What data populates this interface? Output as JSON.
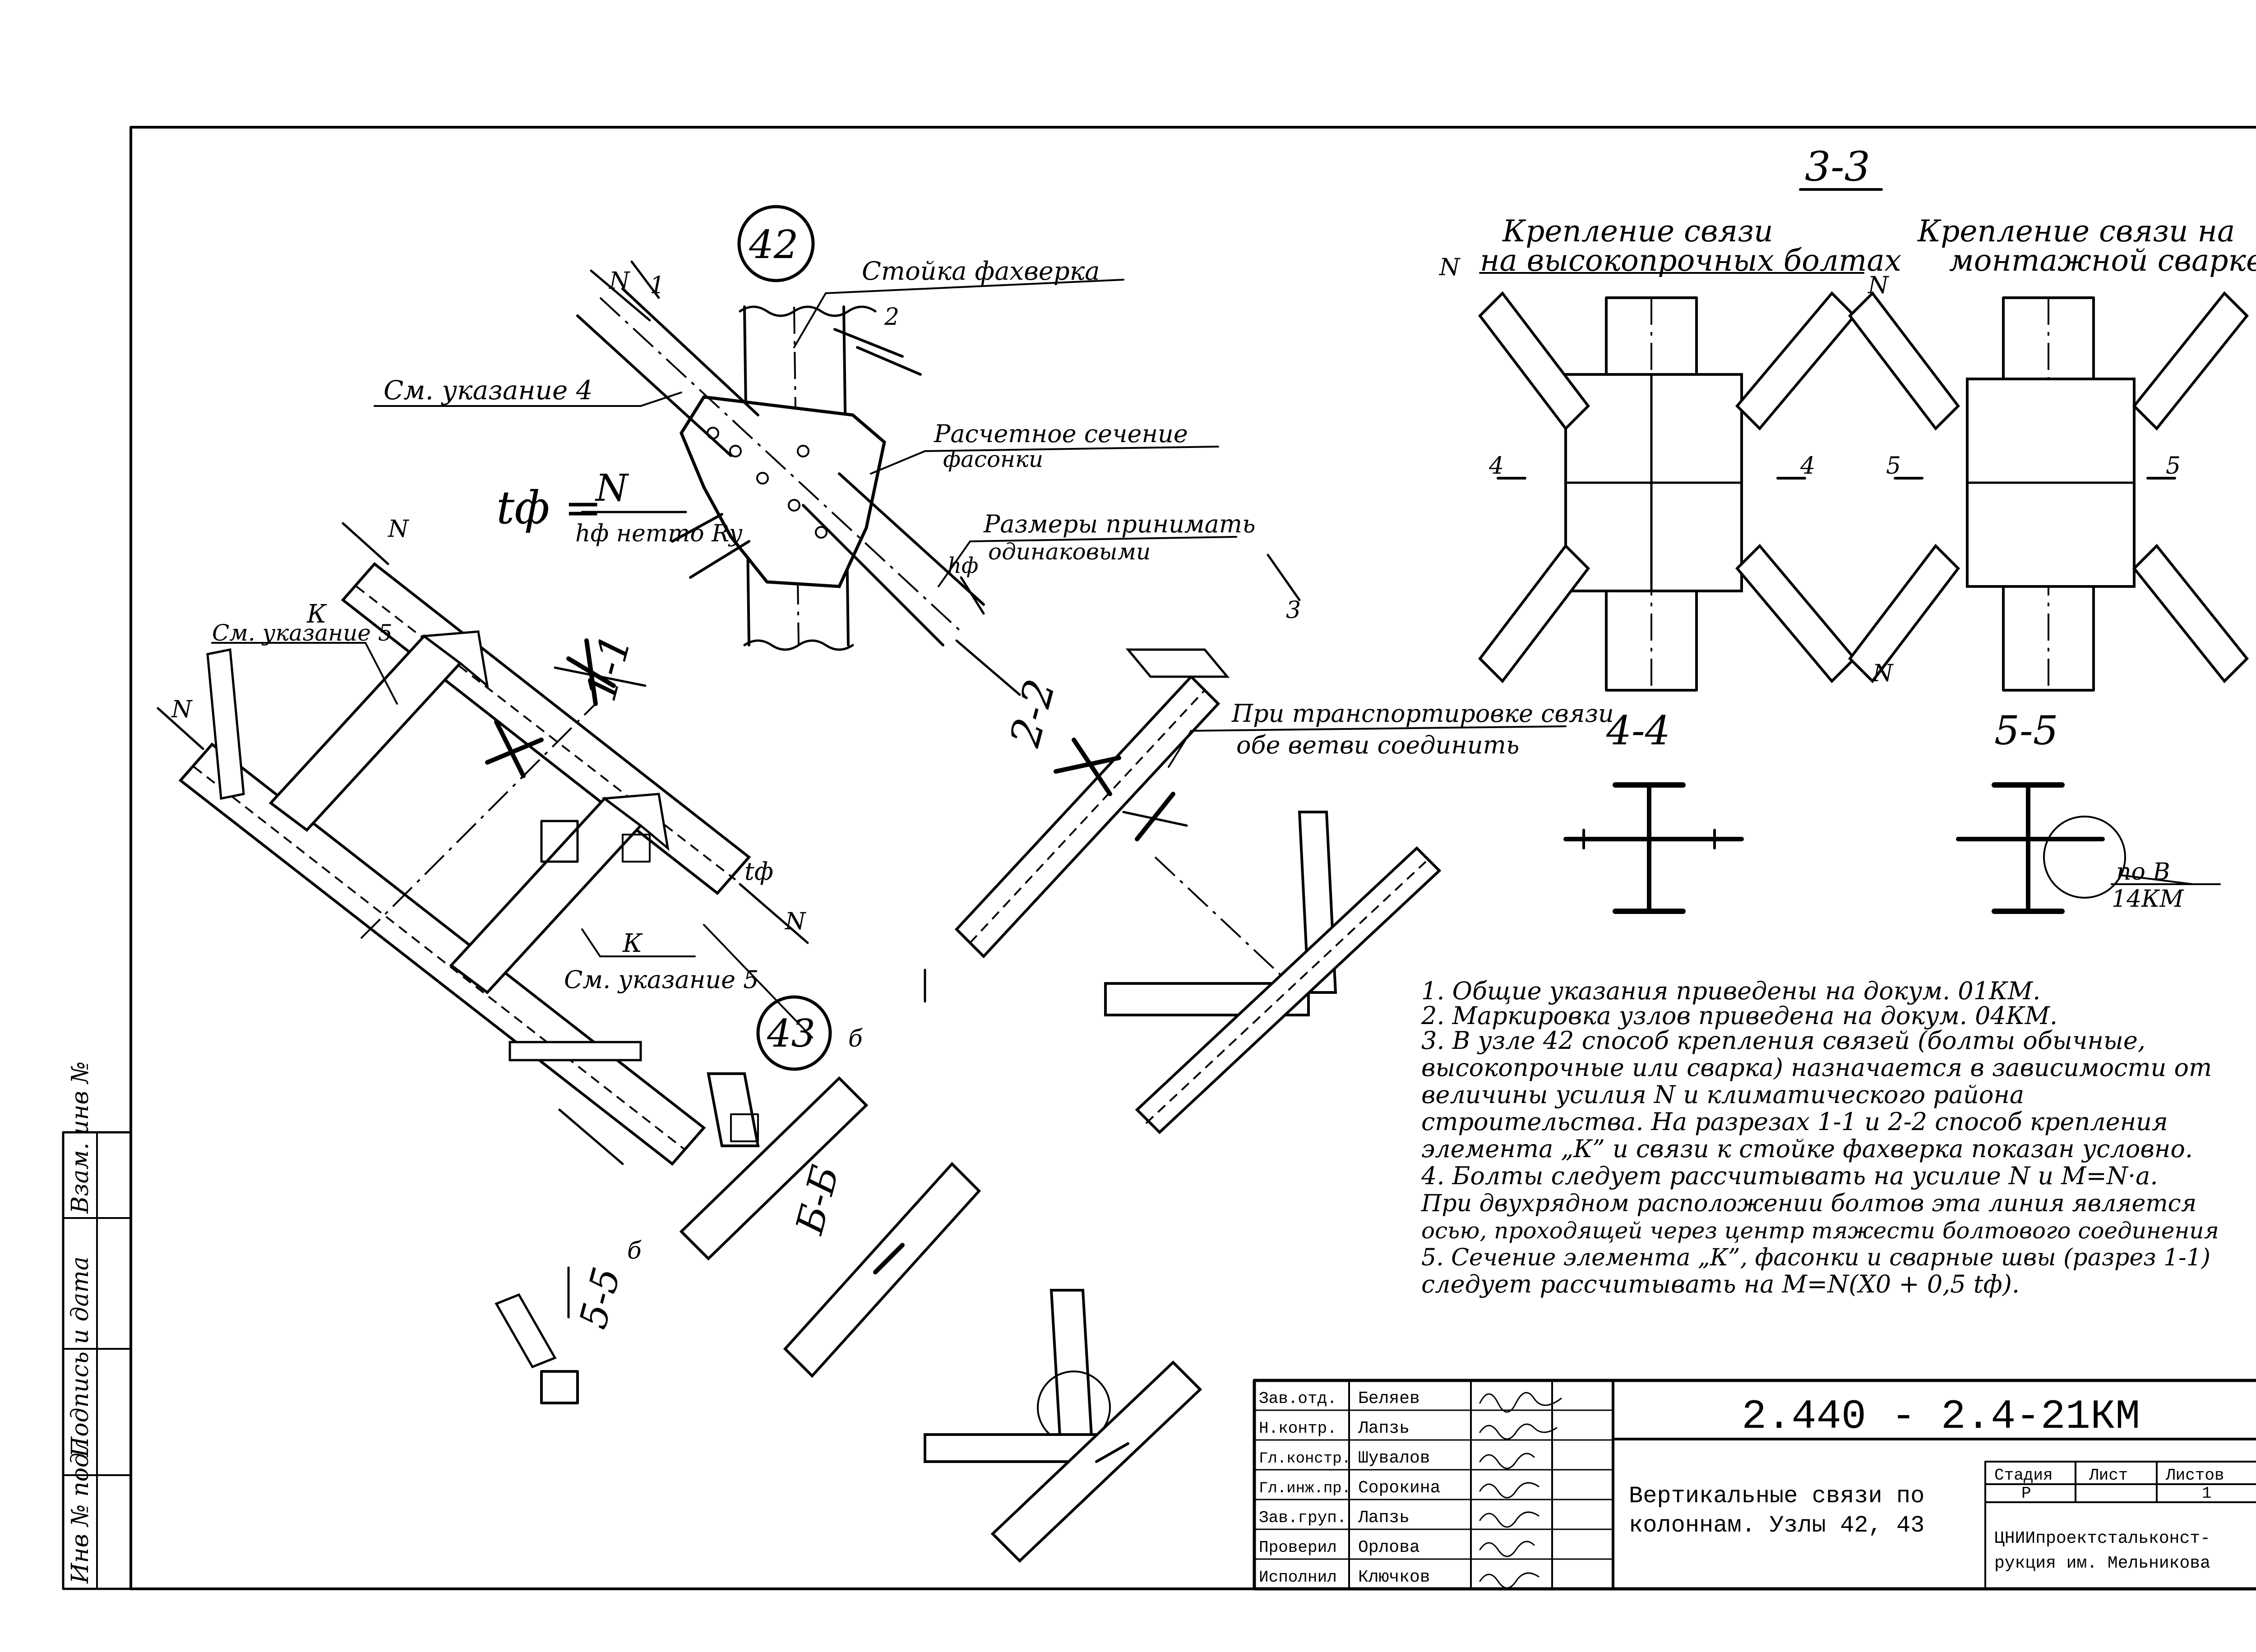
{
  "node_42": {
    "marker": "42"
  },
  "node_43": {
    "marker": "43"
  },
  "sections": {
    "s33": "3-3",
    "s44": "4-4",
    "s55": "5-5",
    "s11": "1-1",
    "s22": "2-2",
    "s66": "Б-Б",
    "s55b": "5-5"
  },
  "labels": {
    "stoika": "Стойка фахверка",
    "sm4": "См. указание 4",
    "sm5a": "См. указание 5",
    "sm5b": "См. указание 5",
    "raschet_line1": "Расчетное сечение",
    "raschet_line2": "фасонки",
    "razmery_line1": "Размеры принимать",
    "razmery_line2": "одинаковыми",
    "transport_line1": "При транспортировке связи",
    "transport_line2": "обе ветви соединить",
    "krepl_bolt_line1": "Крепление связи",
    "krepl_bolt_line2": "на высокопрочных болтах",
    "krepl_weld_line1": "Крепление связи на",
    "krepl_weld_line2": "монтажной сварке",
    "pob_top": "по В",
    "pob_bottom": "14КМ",
    "K1": "К",
    "K2": "К",
    "N": "N",
    "tf": "tф",
    "hf": "hф"
  },
  "formula": {
    "lhs": "tф =",
    "numerator": "N",
    "denominator": "hф нетто Ry"
  },
  "marks": {
    "n1": "1",
    "n2": "2",
    "n3": "3",
    "n4": "4",
    "n5": "5",
    "n6": "б"
  },
  "notes": [
    "1. Общие указания приведены на докум. 01КМ.",
    "2. Маркировка узлов приведена на докум. 04КМ.",
    "3. В узле 42 способ крепления связей (болты обычные,",
    "высокопрочные или сварка) назначается в зависимости от",
    "величины усилия N и климатического района",
    "строительства. На разрезах 1-1 и 2-2 способ крепления",
    "элемента „К” и связи к стойке фахверка показан условно.",
    "4. Болты следует рассчитывать на усилие N и M=N·a.",
    "При двухрядном расположении болтов эта линия является",
    "осью, проходящей через центр тяжести болтового соединения",
    "5. Сечение элемента „К”, фасонки и сварные швы (разрез 1-1)",
    "следует рассчитывать на M=N(X0 + 0,5 tф)."
  ],
  "side_stamp": [
    "Взам. инв №",
    "Подпись и дата",
    "Инв № подл"
  ],
  "title_block": {
    "code": "2.440 - 2.4-21КМ",
    "roles": [
      "Зав.отд.",
      "Н.контр.",
      "Гл.констр.",
      "Гл.инж.пр.",
      "Зав.груп.",
      "Проверил",
      "Исполнил"
    ],
    "names": [
      "Беляев",
      "Лапзь",
      "Шувалов",
      "Сорокина",
      "Лапзь",
      "Орлова",
      "Ключков"
    ],
    "title_line1": "Вертикальные связи по",
    "title_line2": "колоннам. Узлы 42, 43",
    "stage_header": "Стадия",
    "sheet_header": "Лист",
    "sheets_header": "Листов",
    "stage_value": "Р",
    "sheet_value": "",
    "sheets_value": "1",
    "org_line1": "ЦНИИпроектстальконст-",
    "org_line2": "рукция им. Мельникова"
  }
}
